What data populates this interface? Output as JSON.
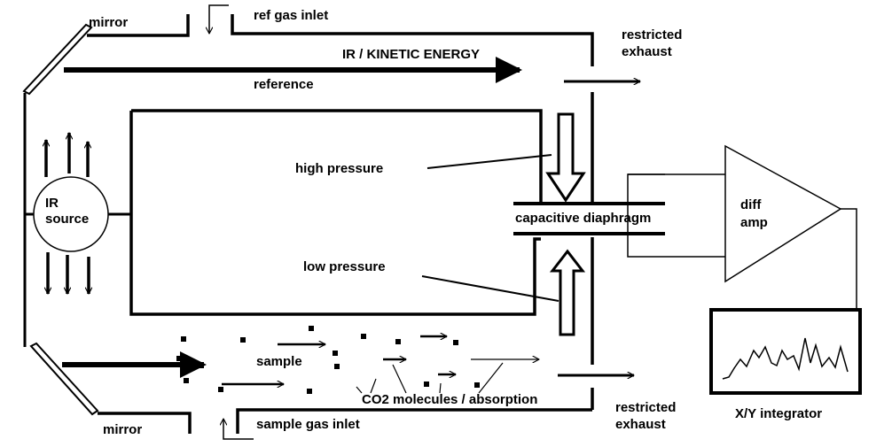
{
  "labels": {
    "mirror_top": "mirror",
    "mirror_bottom": "mirror",
    "ref_gas_inlet": "ref gas inlet",
    "ir_kinetic_energy": "IR / KINETIC ENERGY",
    "reference": "reference",
    "restricted_exhaust_top_1": "restricted",
    "restricted_exhaust_top_2": "exhaust",
    "restricted_exhaust_bottom_1": "restricted",
    "restricted_exhaust_bottom_2": "exhaust",
    "ir_source_1": "IR",
    "ir_source_2": "source",
    "high_pressure": "high pressure",
    "low_pressure": "low pressure",
    "capacitive_diaphragm": "capacitive diaphragm",
    "diff_amp_1": "diff",
    "diff_amp_2": "amp",
    "sample": "sample",
    "co2_molecules": "CO2 molecules / absorption",
    "sample_gas_inlet": "sample gas inlet",
    "xy_integrator": "X/Y integrator"
  },
  "colors": {
    "line": "#000000",
    "background": "#ffffff"
  }
}
